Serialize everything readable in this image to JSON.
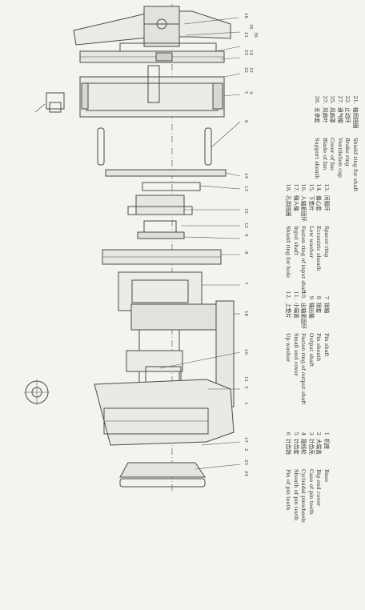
{
  "callouts": [
    "16",
    "35",
    "21",
    "36",
    "20",
    "19",
    "22",
    "37",
    "5",
    "4",
    "6",
    "14",
    "13",
    "15",
    "12",
    "9",
    "8",
    "7",
    "18",
    "10",
    "11",
    "3",
    "1",
    "17",
    "2",
    "23",
    "24"
  ],
  "legend": {
    "block_bottom": [
      {
        "num": "1",
        "cn": "机座",
        "en": "Base"
      },
      {
        "num": "2",
        "cn": "大端盖",
        "en": "Big end cover"
      },
      {
        "num": "3",
        "cn": "针齿壳",
        "en": "Case of pin teeth"
      },
      {
        "num": "4",
        "cn": "摆线轮",
        "en": "Cycloidal pinwheels"
      },
      {
        "num": "5",
        "cn": "针齿套",
        "en": "Sheath of pin teeth"
      },
      {
        "num": "6",
        "cn": "针齿销",
        "en": "Pin of pin teeth"
      }
    ],
    "block_lower": [
      {
        "num": "7",
        "cn": "销轴",
        "en": "Pin shaft"
      },
      {
        "num": "8",
        "cn": "销套",
        "en": "Pin sheath"
      },
      {
        "num": "9",
        "cn": "输出轴",
        "en": "Output shaft"
      },
      {
        "num": "10.",
        "cn": "出轴紧固环",
        "en": "Fasten ring of output shaft"
      },
      {
        "num": "11.",
        "cn": "小端盖",
        "en": "Small end cover"
      },
      {
        "num": "12.",
        "cn": "上垫片",
        "en": "Up washer"
      }
    ],
    "block_middle": [
      {
        "num": "13.",
        "cn": "间隔环",
        "en": "Spacer ring"
      },
      {
        "num": "14.",
        "cn": "偏心套",
        "en": "Eccentric sheath"
      },
      {
        "num": "15.",
        "cn": "下垫片",
        "en": "Low washer"
      },
      {
        "num": "16.",
        "cn": "入轴紧固环",
        "en": "Fasten ring of input shaft"
      },
      {
        "num": "17.",
        "cn": "输入轴",
        "en": "Input shaft"
      },
      {
        "num": "18.",
        "cn": "孔用挡圈",
        "en": "Shield ring for hole"
      }
    ],
    "block_top": [
      {
        "num": "21.",
        "cn": "轴用挡圈",
        "en": "Shield ring for shaft"
      },
      {
        "num": "22.",
        "cn": "止动环",
        "en": "Brake ring"
      },
      {
        "num": "27.",
        "cn": "通气帽",
        "en": "Ventilation cap"
      },
      {
        "num": "35.",
        "cn": "风扇罩",
        "en": "Cover of fan"
      },
      {
        "num": "37.",
        "cn": "风扇叶",
        "en": "Blade of fan"
      },
      {
        "num": "38.",
        "cn": "支承套",
        "en": "Support sheath"
      }
    ]
  }
}
